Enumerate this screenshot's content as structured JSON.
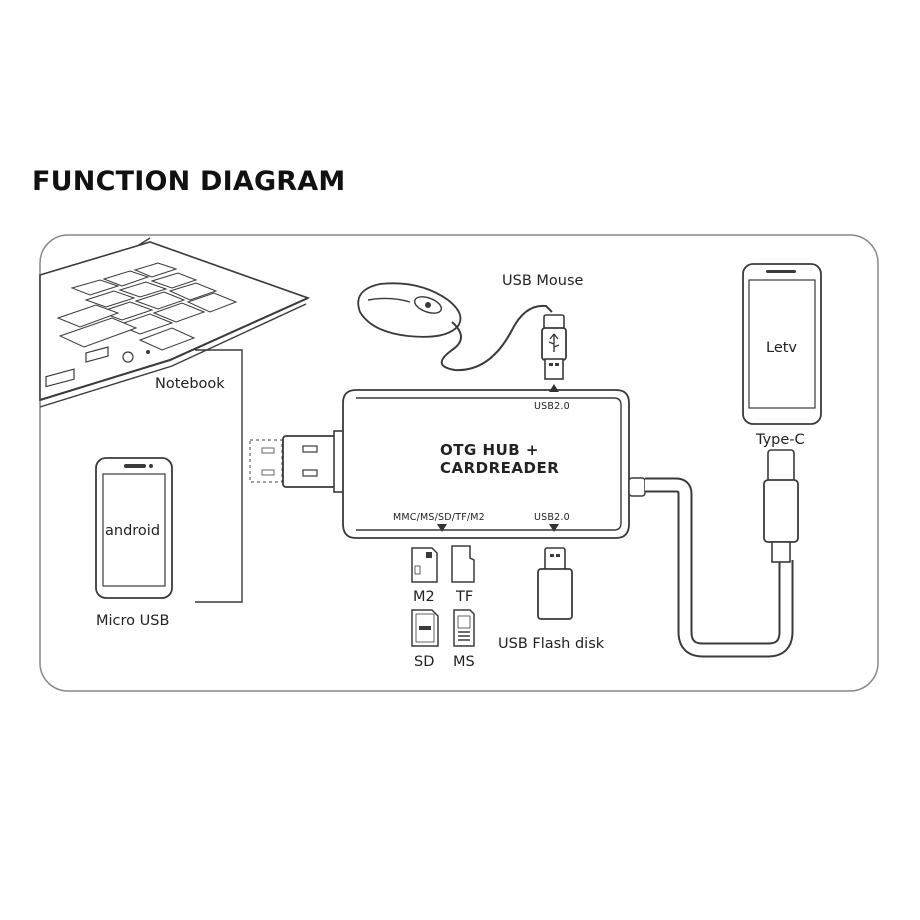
{
  "title": "FUNCTION DIAGRAM",
  "labels": {
    "notebook": "Notebook",
    "micro_usb": "Micro USB",
    "android": "android",
    "usb_mouse": "USB Mouse",
    "hub_line1": "OTG HUB +",
    "hub_line2": "CARDREADER",
    "usb20_top": "USB2.0",
    "usb20_bottom": "USB2.0",
    "card_slot": "MMC/MS/SD/TF/M2",
    "letv": "Letv",
    "type_c": "Type-C",
    "usb_flash_disk": "USB Flash disk",
    "m2": "M2",
    "tf": "TF",
    "sd": "SD",
    "ms": "MS"
  }
}
